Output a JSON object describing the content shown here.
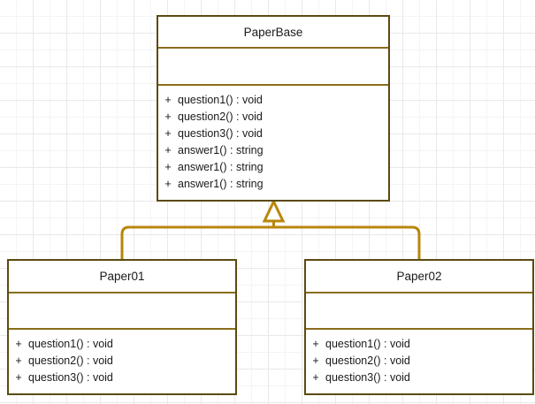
{
  "diagram": {
    "type": "uml-class-diagram",
    "relationship": "generalization",
    "colors": {
      "class_border": "#5c4a11",
      "divider": "#8a6d1b",
      "connector": "#b8860b",
      "grid_minor": "#f4f4f4",
      "grid_major": "#e9e9e9",
      "background": "#ffffff",
      "text": "#1a1a1a"
    },
    "classes": [
      {
        "id": "paperbase",
        "name": "PaperBase",
        "role": "superclass",
        "attributes": [],
        "methods": [
          {
            "visibility": "+",
            "signature": "question1() : void"
          },
          {
            "visibility": "+",
            "signature": "question2() : void"
          },
          {
            "visibility": "+",
            "signature": "question3() : void"
          },
          {
            "visibility": "+",
            "signature": "answer1() : string"
          },
          {
            "visibility": "+",
            "signature": "answer1() : string"
          },
          {
            "visibility": "+",
            "signature": "answer1() : string"
          }
        ]
      },
      {
        "id": "paper01",
        "name": "Paper01",
        "role": "subclass",
        "attributes": [],
        "methods": [
          {
            "visibility": "+",
            "signature": "question1() : void"
          },
          {
            "visibility": "+",
            "signature": "question2() : void"
          },
          {
            "visibility": "+",
            "signature": "question3() : void"
          }
        ]
      },
      {
        "id": "paper02",
        "name": "Paper02",
        "role": "subclass",
        "attributes": [],
        "methods": [
          {
            "visibility": "+",
            "signature": "question1() : void"
          },
          {
            "visibility": "+",
            "signature": "question2() : void"
          },
          {
            "visibility": "+",
            "signature": "question3() : void"
          }
        ]
      }
    ]
  }
}
